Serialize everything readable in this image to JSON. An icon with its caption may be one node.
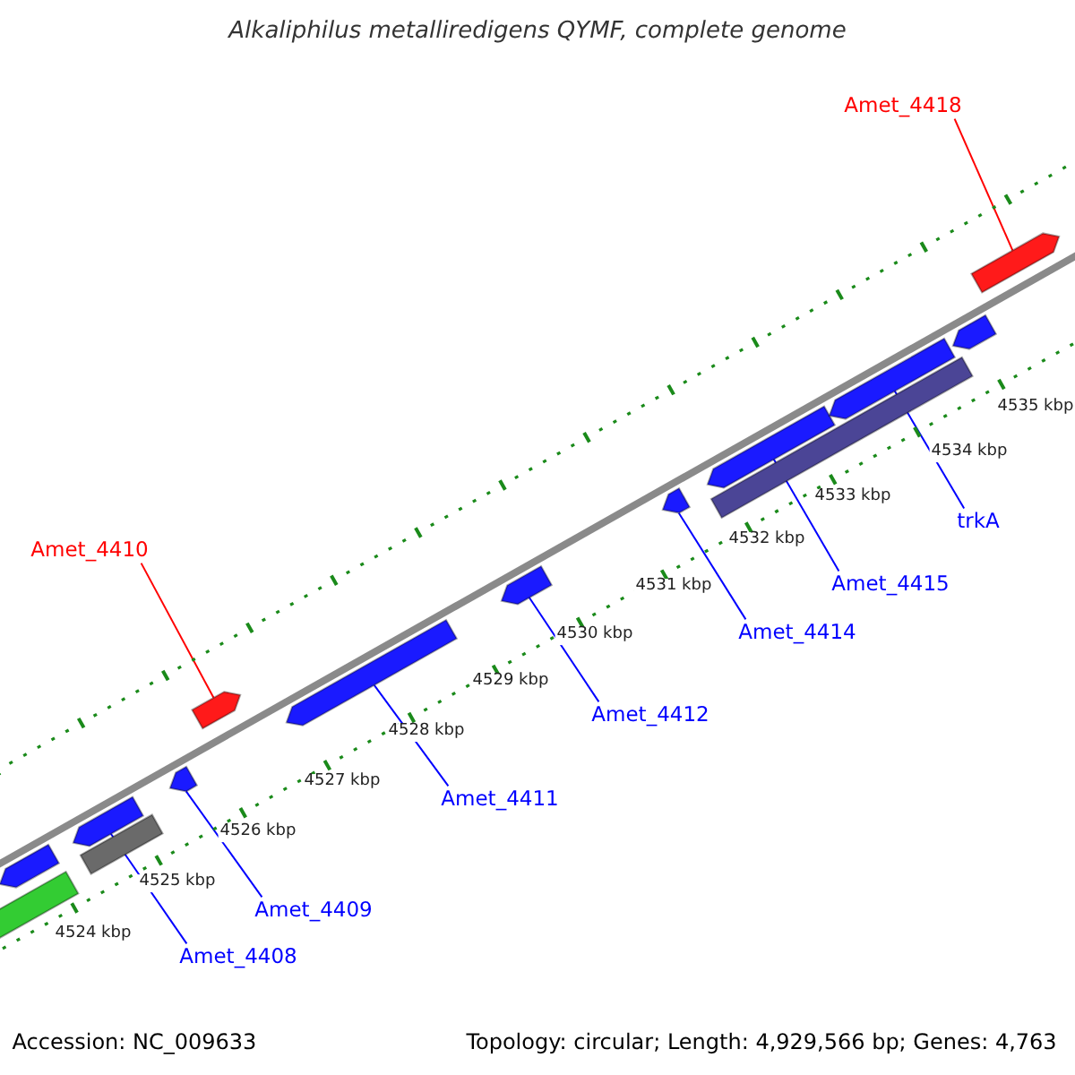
{
  "diagram": {
    "title": "Alkaliphilus metalliredigens QYMF, complete genome",
    "nodes": [
      {
        "text": [
          "Amet_4418"
        ]
      },
      {
        "text": [
          "Amet_4410"
        ]
      },
      {
        "text": [
          "trkA"
        ]
      },
      {
        "text": [
          "Amet_4415"
        ]
      },
      {
        "text": [
          "Amet_4414"
        ]
      },
      {
        "text": [
          "Amet_4412"
        ]
      },
      {
        "text": [
          "Amet_4411"
        ]
      },
      {
        "text": [
          "Amet_4409"
        ]
      },
      {
        "text": [
          "Amet_4408"
        ]
      },
      {
        "text": [],
        "shape": "bar"
      },
      {
        "text": [],
        "shape": "arrow"
      },
      {
        "text": [],
        "shape": "arrow"
      },
      {
        "text": [],
        "shape": "bar"
      },
      {
        "text": [],
        "shape": "arrow"
      },
      {
        "text": [],
        "shape": "arrow"
      },
      {
        "text": [],
        "shape": "arrow"
      },
      {
        "text": [],
        "shape": "arrow"
      },
      {
        "text": [],
        "shape": "arrow"
      },
      {
        "text": [],
        "shape": "bar"
      },
      {
        "text": [],
        "shape": "arrow"
      },
      {
        "text": [],
        "shape": "arrow"
      },
      {
        "text": [],
        "shape": "arrow"
      },
      {
        "text": [],
        "shape": "arrow"
      }
    ],
    "edges": [
      {
        "from": 0,
        "to": 22,
        "arrow": "none",
        "color": "#ff0000"
      },
      {
        "from": 1,
        "to": 14,
        "arrow": "none",
        "color": "#ff0000"
      },
      {
        "from": 2,
        "to": 20,
        "arrow": "none"
      },
      {
        "from": 3,
        "to": 19,
        "arrow": "none"
      },
      {
        "from": 4,
        "to": 17,
        "arrow": "none"
      },
      {
        "from": 5,
        "to": 16,
        "arrow": "none"
      },
      {
        "from": 6,
        "to": 15,
        "arrow": "none"
      },
      {
        "from": 7,
        "to": 13,
        "arrow": "none"
      },
      {
        "from": 8,
        "to": 11,
        "arrow": "none"
      }
    ],
    "labels": [
      "4535 kbp",
      "4534 kbp",
      "4533 kbp",
      "4532 kbp",
      "4531 kbp",
      "4530 kbp",
      "4529 kbp",
      "4528 kbp",
      "4527 kbp",
      "4526 kbp",
      "4525 kbp",
      "4524 kbp",
      "Accession: NC_009633",
      "Topology: circular; Length: 4,929,566 bp; Genes: 4,763"
    ]
  }
}
